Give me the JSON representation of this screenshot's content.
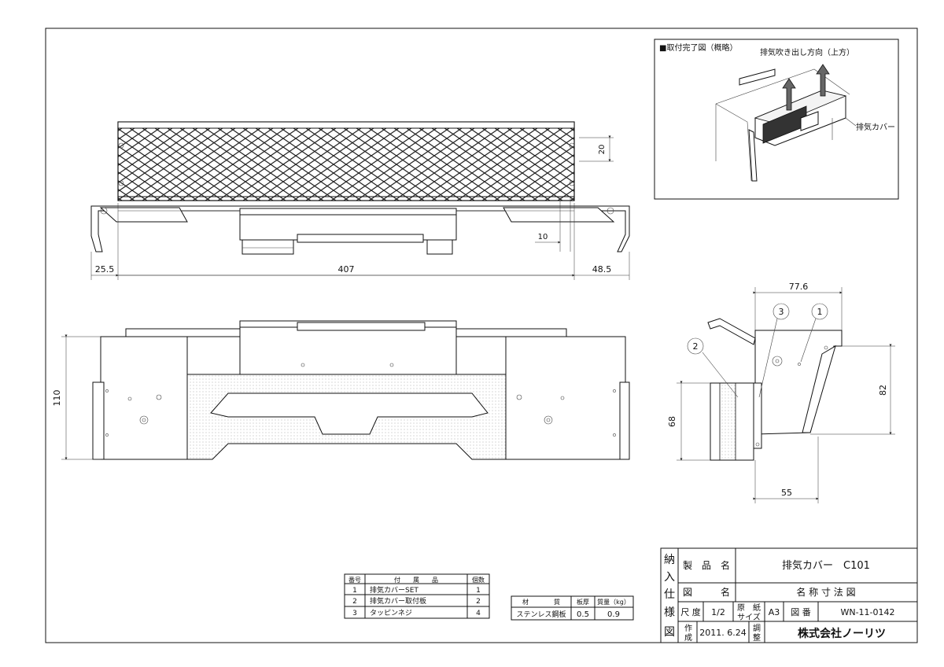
{
  "inset": {
    "title": "■取付完了図（概略）",
    "direction_label": "排気吹き出し方向（上方）",
    "cover_label": "排気カバー"
  },
  "dims": {
    "d20": "20",
    "d10": "10",
    "d25_5": "25.5",
    "d407": "407",
    "d48_5": "48.5",
    "d110": "110",
    "d77_6": "77.6",
    "d82": "82",
    "d68": "68",
    "d55": "55"
  },
  "balloons": {
    "b1": "1",
    "b2": "2",
    "b3": "3"
  },
  "parts_table": {
    "headers": [
      "番号",
      "付　　属　　品",
      "個数"
    ],
    "rows": [
      {
        "no": "1",
        "name": "排気カバーSET",
        "qty": "1"
      },
      {
        "no": "2",
        "name": "排気カバー取付板",
        "qty": "2"
      },
      {
        "no": "3",
        "name": "タッピンネジ",
        "qty": "4"
      }
    ]
  },
  "material_table": {
    "headers": [
      "材　　　　質",
      "板厚",
      "質量（kg）"
    ],
    "row": {
      "material": "ステンレス鋼板",
      "thickness": "0.5",
      "mass": "0.9"
    }
  },
  "title_block": {
    "side_chars": [
      "納",
      "入",
      "仕",
      "様",
      "図"
    ],
    "product_name_label": "製　品　名",
    "product_name": "排気カバー　C101",
    "drawing_name_label": "図　　　名",
    "drawing_name": "名 称 寸 法 図",
    "scale_label": "尺 度",
    "scale": "1/2",
    "paper_label_1": "原　紙",
    "paper_label_2": "サイズ",
    "paper_size": "A3",
    "drawing_no_label": "図 番",
    "drawing_no": "WN-11-0142",
    "created_label_1": "作",
    "created_label_2": "成",
    "created_date": "2011. 6.24",
    "adjust_label_1": "調",
    "adjust_label_2": "整",
    "company": "株式会社ノーリツ"
  }
}
